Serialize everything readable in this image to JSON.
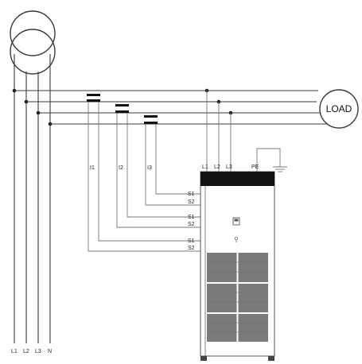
{
  "diagram": {
    "load_label": "LOAD",
    "bus_labels": [
      "L1",
      "L2",
      "L3",
      "N"
    ],
    "ct_labels": [
      "I1",
      "I2",
      "I3"
    ],
    "cabinet_phase_labels": [
      "L1",
      "L2",
      "L3"
    ],
    "pe_label": "PE",
    "terminal_labels": [
      "S1",
      "S2",
      "S1",
      "S2",
      "S1",
      "S2"
    ]
  }
}
